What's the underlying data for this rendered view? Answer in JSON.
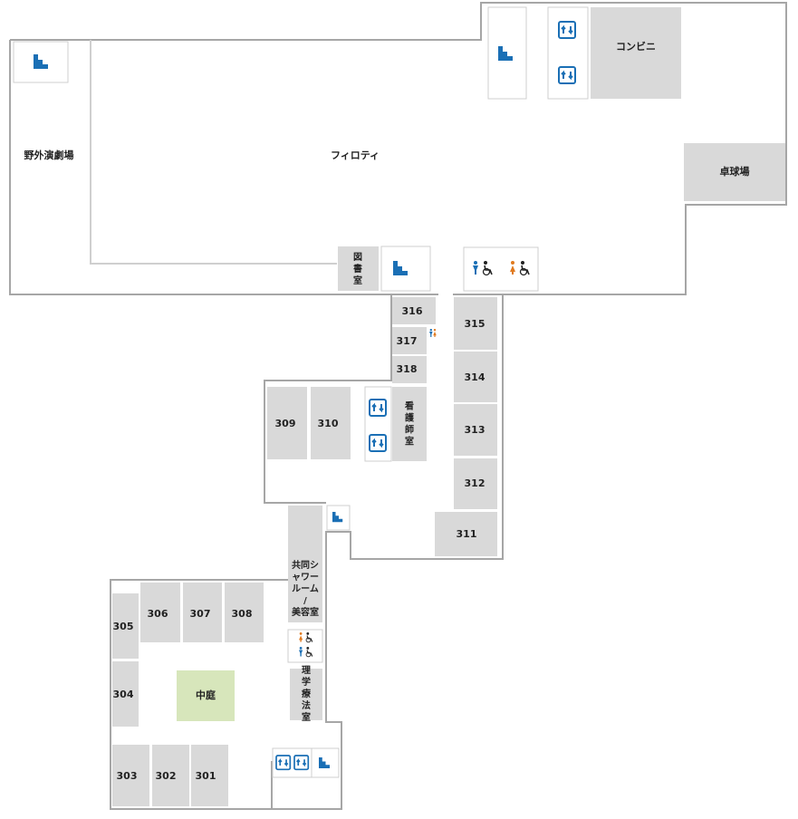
{
  "rooms": {
    "outdoor_theater": "野外演劇場",
    "piloti": "フィロティ",
    "konbini": "コンビニ",
    "table_tennis": "卓球場",
    "library": "図\n書\n室",
    "r316": "316",
    "r317": "317",
    "r318": "318",
    "r315": "315",
    "r314": "314",
    "r313": "313",
    "r312": "312",
    "r311": "311",
    "r309": "309",
    "r310": "310",
    "nurse": "看\n護\n師\n室",
    "shower": "共同シ\nャワー\nルーム\n/\n美容室",
    "physio": "理\n学\n療\n法\n室",
    "r305": "305",
    "r306": "306",
    "r307": "307",
    "r308": "308",
    "r304": "304",
    "courtyard": "中庭",
    "r303": "303",
    "r302": "302",
    "r301": "301"
  },
  "icons": {
    "stairs": "stairs-icon",
    "elevator": "elevator-icon",
    "toilet_male_accessible": "male-accessible-toilet-icon",
    "toilet_female_accessible": "female-accessible-toilet-icon"
  },
  "colors": {
    "room": "#d9d9d9",
    "courtyard": "#d7e6bb",
    "icon_blue": "#1a6fb5",
    "icon_orange": "#e07a1f",
    "wall": "#a6a6a6"
  }
}
